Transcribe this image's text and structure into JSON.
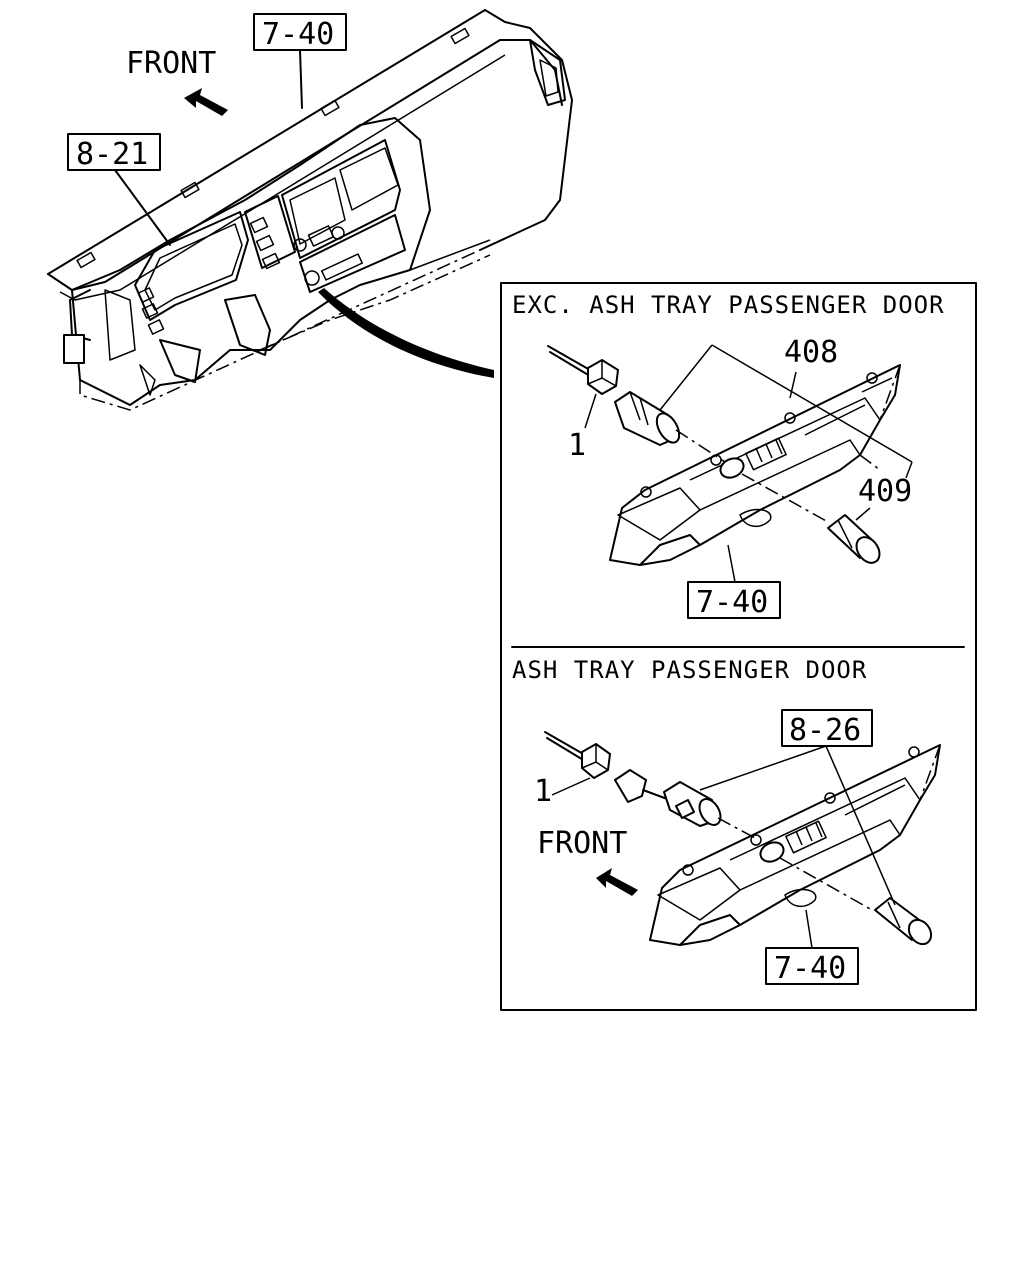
{
  "main_view": {
    "front_label": "FRONT",
    "callout_dashboard": "7-40",
    "callout_meter": "8-21"
  },
  "panel_upper": {
    "title": "EXC. ASH TRAY PASSENGER DOOR",
    "part_connector": "1",
    "part_socket": "408",
    "part_lighter": "409",
    "callout_panel": "7-40"
  },
  "panel_lower": {
    "title": "ASH TRAY PASSENGER DOOR",
    "part_connector": "1",
    "callout_lighter": "8-26",
    "front_label": "FRONT",
    "callout_panel": "7-40"
  }
}
